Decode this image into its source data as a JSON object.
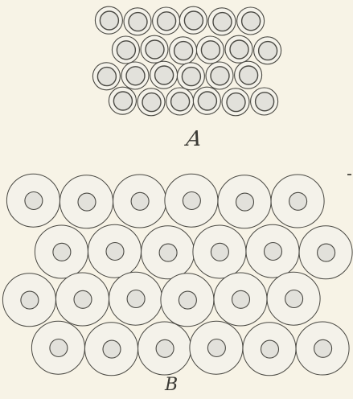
{
  "panels": [
    {
      "id": "A",
      "label": "A",
      "rows": [
        6,
        6,
        6,
        6
      ],
      "description_kind": "small-cells-thick-inner"
    },
    {
      "id": "B",
      "label": "B",
      "rows": [
        6,
        6,
        6,
        6
      ],
      "description_kind": "large-cells-small-inner"
    }
  ],
  "colors": {
    "background": "#f7f3e6",
    "ink": "#4a4943",
    "cell_fill": "#f4f2ea",
    "inner_fill": "#e2e1db"
  }
}
